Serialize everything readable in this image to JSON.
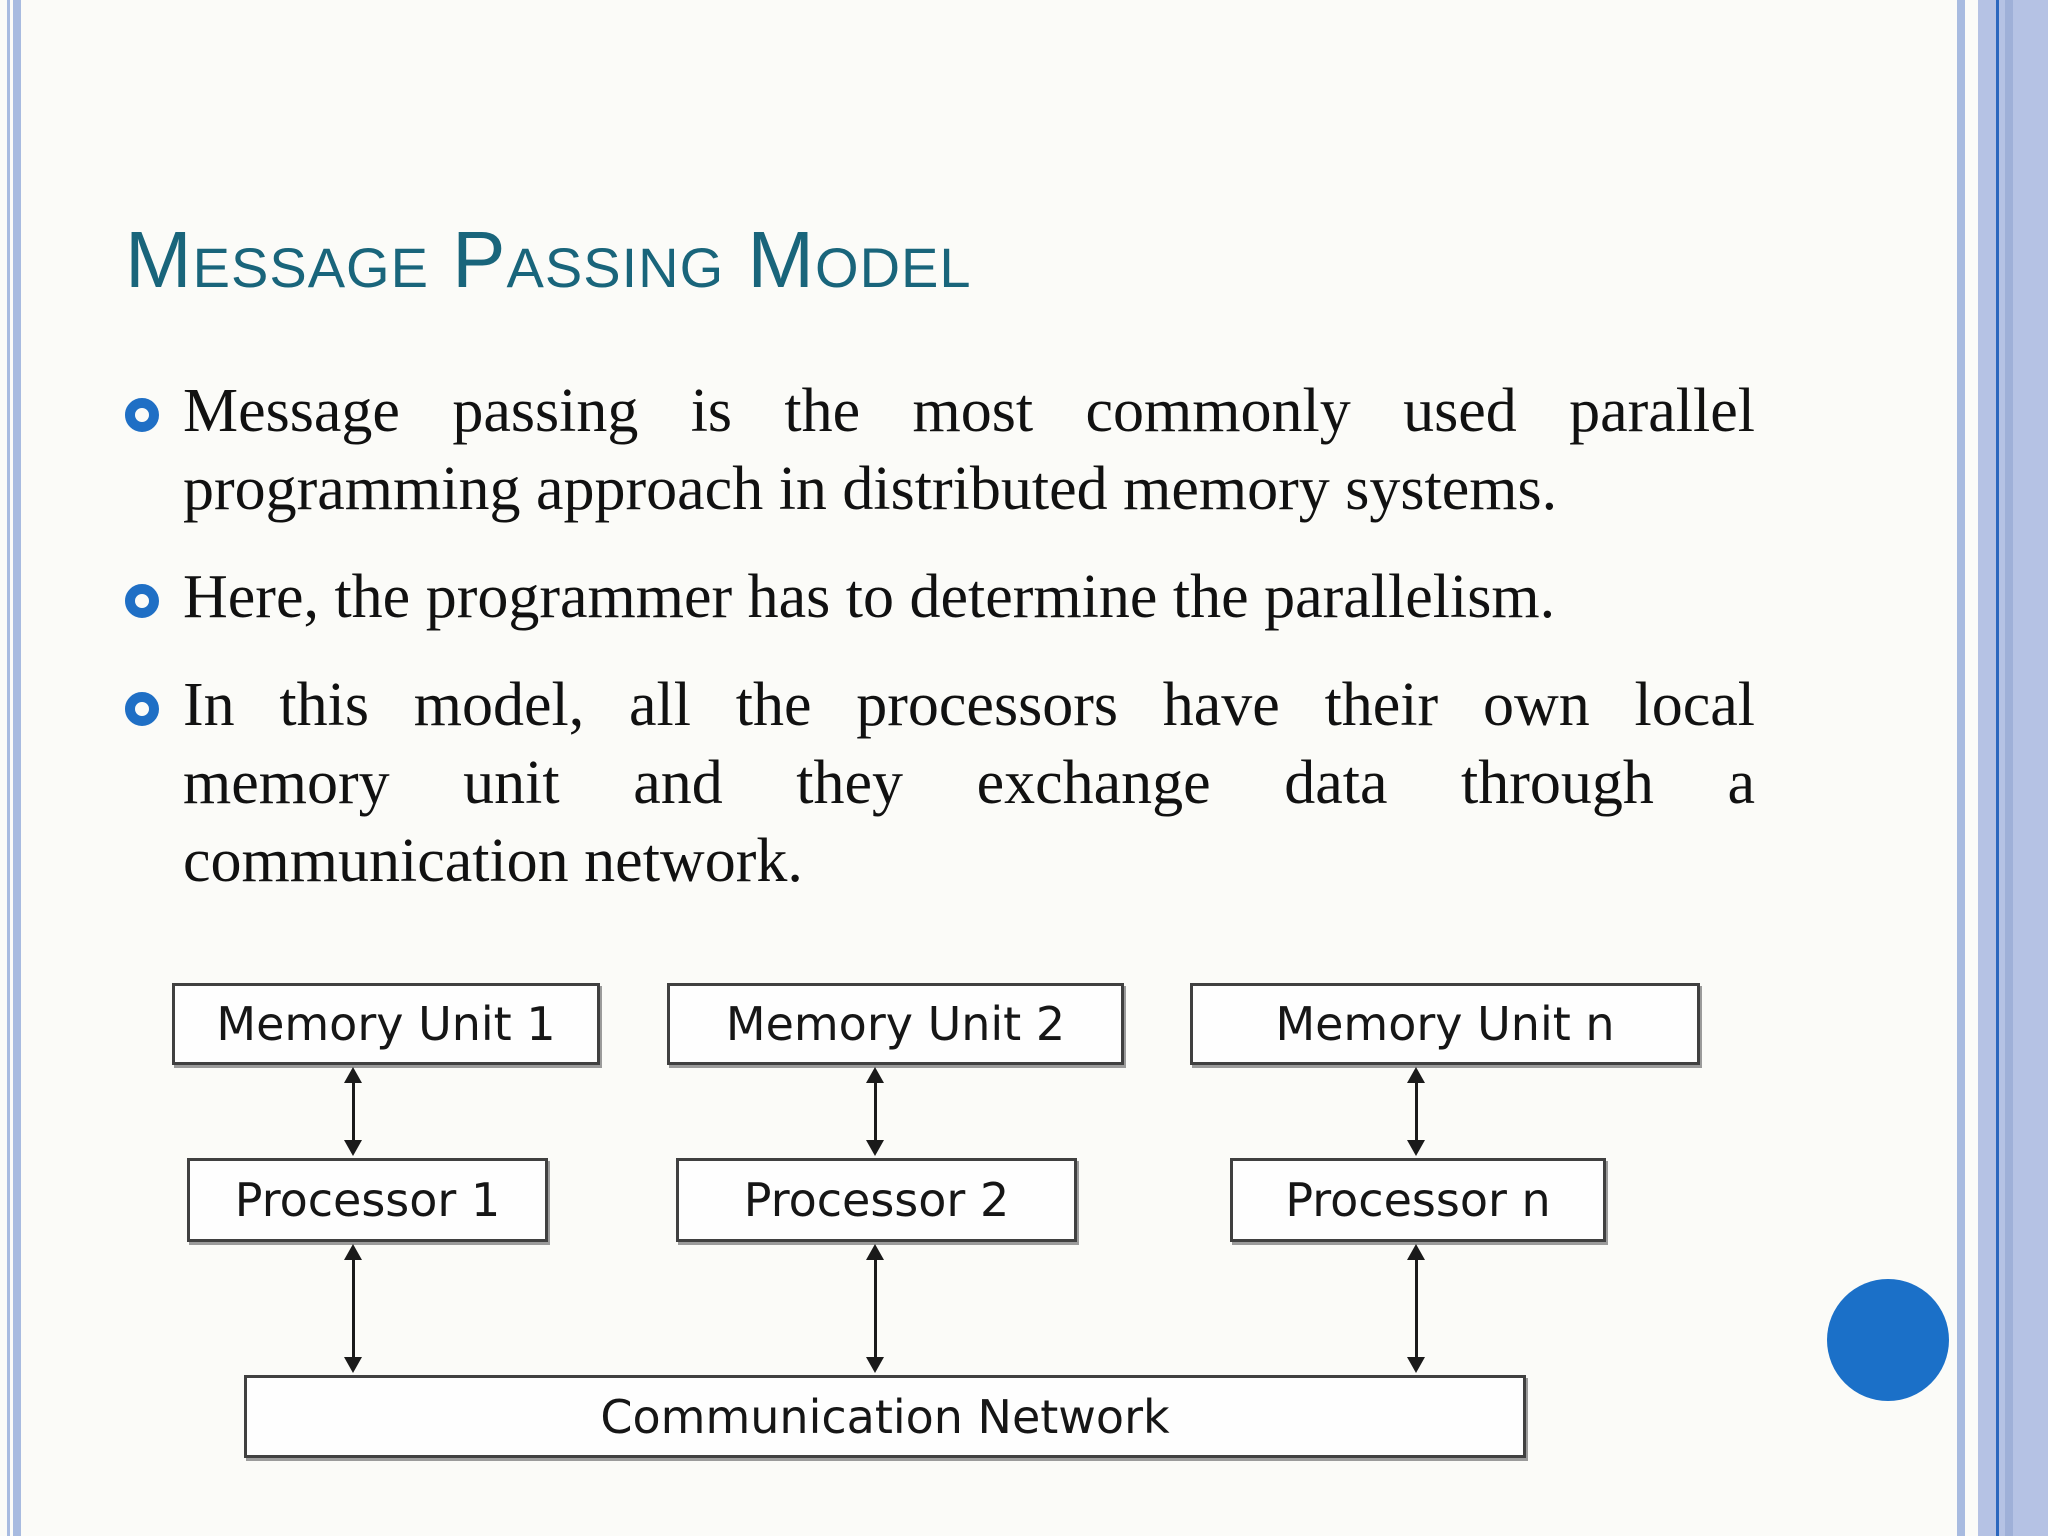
{
  "slide": {
    "title": "Message Passing Model",
    "bullets": [
      {
        "lines": [
          "Message passing is the most commonly used parallel",
          "programming approach in distributed memory systems."
        ]
      },
      {
        "lines": [
          "Here, the programmer has to determine the parallelism."
        ]
      },
      {
        "lines": [
          "In this model, all the processors have their own local",
          "memory unit and they exchange data through a",
          "communication network."
        ]
      }
    ]
  },
  "diagram": {
    "columns": [
      {
        "memory_label": "Memory Unit 1",
        "processor_label": "Processor 1"
      },
      {
        "memory_label": "Memory Unit 2",
        "processor_label": "Processor 2"
      },
      {
        "memory_label": "Memory Unit n",
        "processor_label": "Processor n"
      }
    ],
    "network_label": "Communication Network"
  },
  "colors": {
    "title": "#19657B",
    "bullet_ring": "#1F6FC5",
    "decoration_circle": "#1B70C8",
    "border_stripe_light": "#A8BBE0",
    "border_band": "#B5C2E4",
    "border_line_dark": "#2B67BE",
    "diagram_border": "#404040"
  }
}
